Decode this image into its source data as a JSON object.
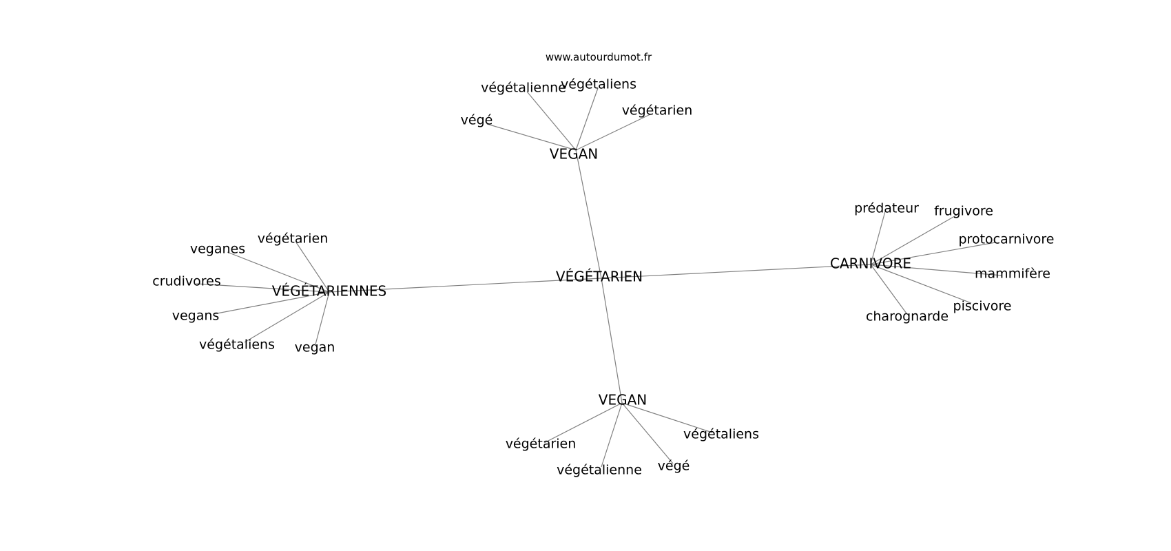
{
  "site_credit": "www.autourdumot.fr",
  "colors": {
    "edge": "#808080",
    "text": "#000000",
    "background": "#ffffff"
  },
  "nodes": [
    {
      "id": "center",
      "label": "VÉGÉTARIEN"
    },
    {
      "id": "vegan_top",
      "label": "VEGAN"
    },
    {
      "id": "vegan_bottom",
      "label": "VEGAN"
    },
    {
      "id": "vegetariennes",
      "label": "VÉGÉTARIENNES"
    },
    {
      "id": "carnivore",
      "label": "CARNIVORE"
    },
    {
      "id": "t_vegetalienne",
      "label": "végétalienne"
    },
    {
      "id": "t_vegetaliens",
      "label": "végétaliens"
    },
    {
      "id": "t_vege",
      "label": "végé"
    },
    {
      "id": "t_vegetarien",
      "label": "végétarien"
    },
    {
      "id": "b_vegetarien",
      "label": "végétarien"
    },
    {
      "id": "b_vegetalienne",
      "label": "végétalienne"
    },
    {
      "id": "b_vege",
      "label": "végé"
    },
    {
      "id": "b_vegetaliens",
      "label": "végétaliens"
    },
    {
      "id": "l_veganes",
      "label": "veganes"
    },
    {
      "id": "l_vegetarien",
      "label": "végétarien"
    },
    {
      "id": "l_crudivores",
      "label": "crudivores"
    },
    {
      "id": "l_vegans",
      "label": "vegans"
    },
    {
      "id": "l_vegetaliens",
      "label": "végétaliens"
    },
    {
      "id": "l_vegan",
      "label": "vegan"
    },
    {
      "id": "r_predateur",
      "label": "prédateur"
    },
    {
      "id": "r_frugivore",
      "label": "frugivore"
    },
    {
      "id": "r_protocarnivore",
      "label": "protocarnivore"
    },
    {
      "id": "r_mammifere",
      "label": "mammifère"
    },
    {
      "id": "r_piscivore",
      "label": "piscivore"
    },
    {
      "id": "r_charognarde",
      "label": "charognarde"
    }
  ],
  "edges": [
    [
      "center",
      "vegan_top"
    ],
    [
      "center",
      "vegan_bottom"
    ],
    [
      "center",
      "vegetariennes"
    ],
    [
      "center",
      "carnivore"
    ],
    [
      "vegan_top",
      "t_vegetalienne"
    ],
    [
      "vegan_top",
      "t_vegetaliens"
    ],
    [
      "vegan_top",
      "t_vege"
    ],
    [
      "vegan_top",
      "t_vegetarien"
    ],
    [
      "vegan_bottom",
      "b_vegetarien"
    ],
    [
      "vegan_bottom",
      "b_vegetalienne"
    ],
    [
      "vegan_bottom",
      "b_vege"
    ],
    [
      "vegan_bottom",
      "b_vegetaliens"
    ],
    [
      "vegetariennes",
      "l_veganes"
    ],
    [
      "vegetariennes",
      "l_vegetarien"
    ],
    [
      "vegetariennes",
      "l_crudivores"
    ],
    [
      "vegetariennes",
      "l_vegans"
    ],
    [
      "vegetariennes",
      "l_vegetaliens"
    ],
    [
      "vegetariennes",
      "l_vegan"
    ],
    [
      "carnivore",
      "r_predateur"
    ],
    [
      "carnivore",
      "r_frugivore"
    ],
    [
      "carnivore",
      "r_protocarnivore"
    ],
    [
      "carnivore",
      "r_mammifere"
    ],
    [
      "carnivore",
      "r_piscivore"
    ],
    [
      "carnivore",
      "r_charognarde"
    ]
  ]
}
